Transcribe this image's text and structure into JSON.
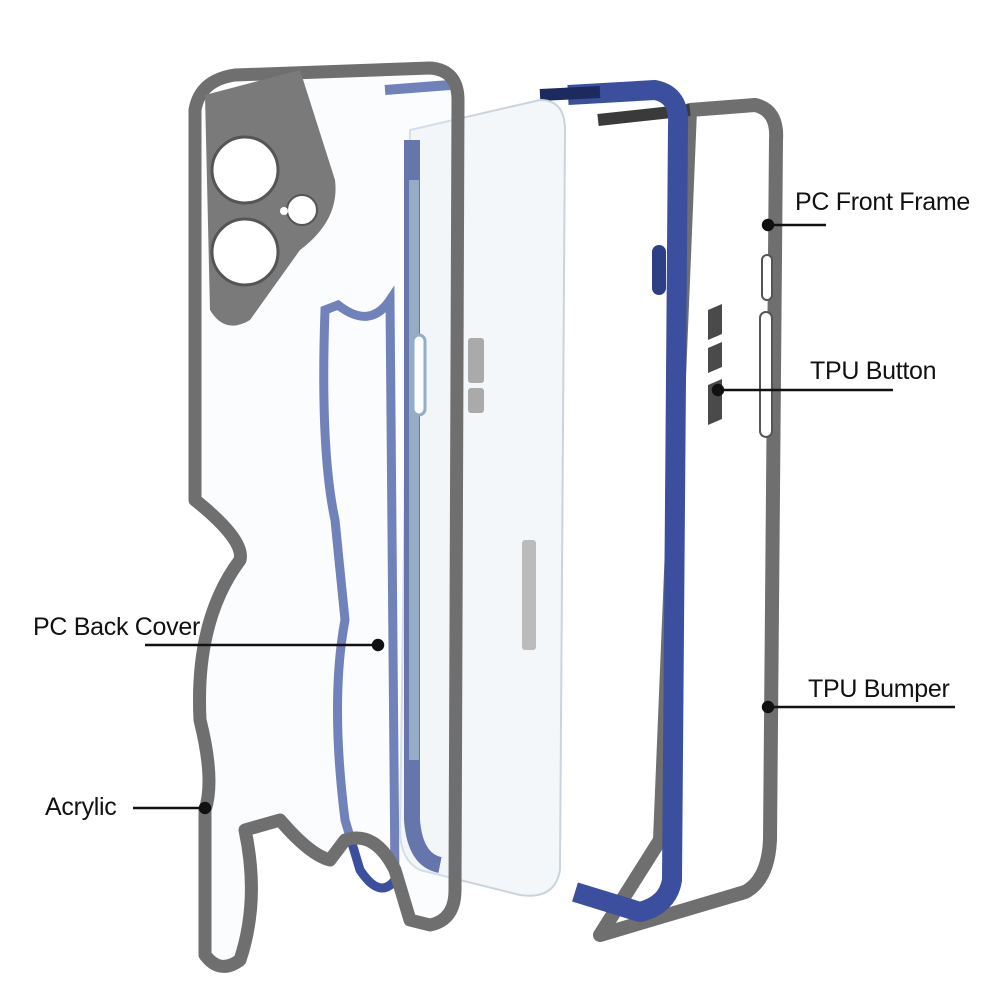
{
  "labels": {
    "pc_front_frame": "PC Front Frame",
    "tpu_button": "TPU Button",
    "pc_back_cover": "PC Back Cover",
    "tpu_bumper": "TPU Bumper",
    "acrylic": "Acrylic"
  },
  "colors": {
    "gray_frame": "#6f6f70",
    "blue_frame": "#3c4f9e",
    "leader_line": "#111111"
  }
}
